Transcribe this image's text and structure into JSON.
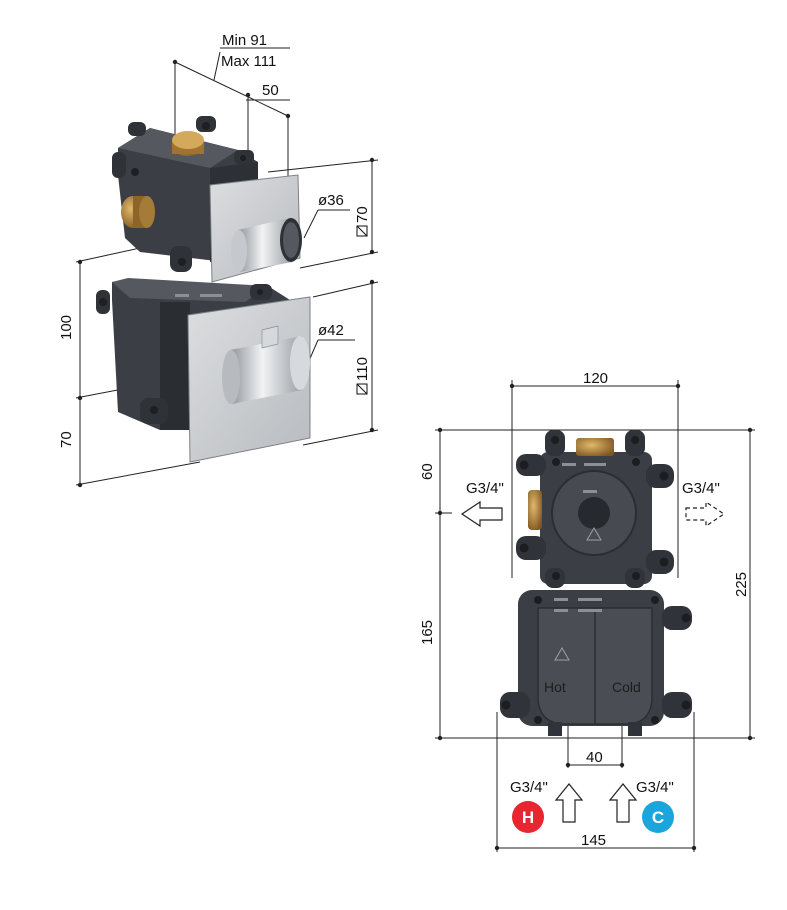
{
  "iso_view": {
    "depth_min": "Min 91",
    "depth_max": "Max 111",
    "flange": "50",
    "upper_knob_diameter": "ø36",
    "upper_plate": "70",
    "lower_knob_diameter": "ø42",
    "lower_plate": "110",
    "spacing": "100",
    "bottom_offset": "70"
  },
  "front_view": {
    "width_top": "120",
    "top_offset": "60",
    "height_lower": "165",
    "height_total": "225",
    "inlet_spacing": "40",
    "width_bottom": "145",
    "outlet_left": "G3/4\"",
    "outlet_right": "G3/4\"",
    "inlet_hot": "G3/4\"",
    "inlet_cold": "G3/4\"",
    "label_hot": "Hot",
    "label_cold": "Cold",
    "badge_hot": "H",
    "badge_cold": "C"
  },
  "colors": {
    "housing": "#3b3f45",
    "brass": "#b5853a",
    "chrome": "#c9ccd0",
    "hot": "#e8262f",
    "cold": "#1aa6dc"
  }
}
